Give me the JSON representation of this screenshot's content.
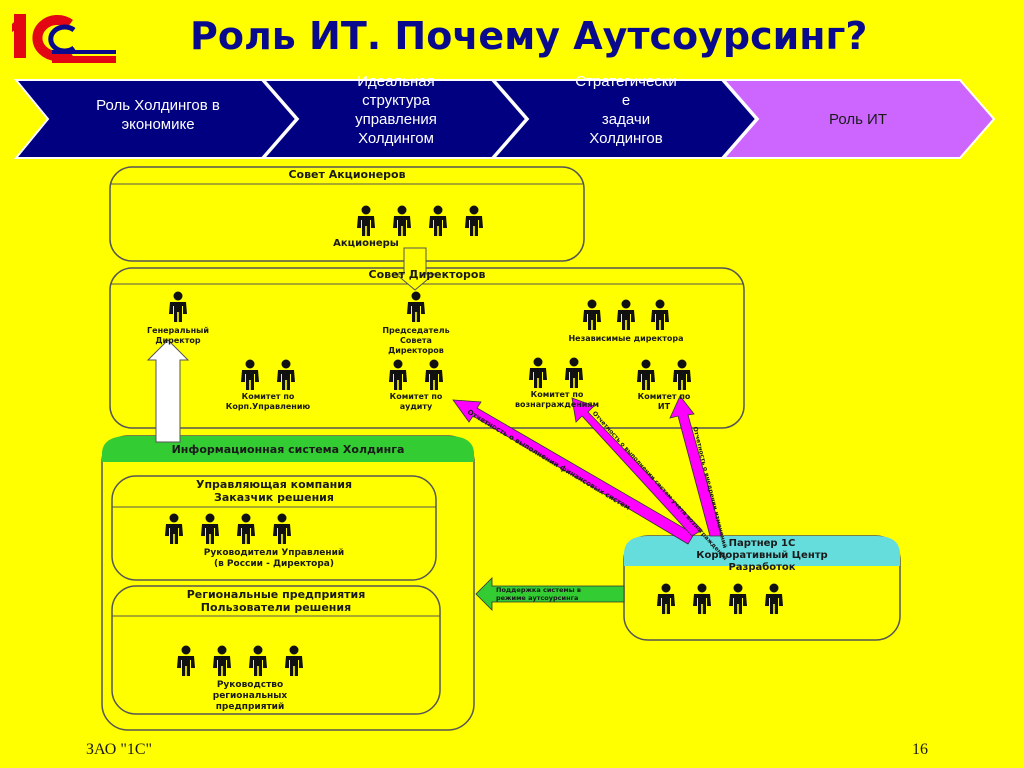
{
  "title": "Роль ИТ. Почему Аутсоурсинг?",
  "logo": {
    "text": "1С",
    "colors": {
      "red": "#e30613",
      "navy": "#0a0a8c"
    }
  },
  "chevrons": [
    {
      "lines": [
        "Роль Холдингов в",
        "экономике"
      ],
      "color": "#000080",
      "active": false
    },
    {
      "lines": [
        "Идеальная",
        "структура",
        "управления",
        "Холдингом"
      ],
      "color": "#000080",
      "active": false
    },
    {
      "lines": [
        "Стратегически",
        "е",
        "задачи",
        "Холдингов"
      ],
      "color": "#000080",
      "active": false
    },
    {
      "lines": [
        "Роль ИТ"
      ],
      "color": "#cc66ff",
      "active": true
    }
  ],
  "diagram": {
    "shareholders_council": {
      "title": "Совет Акционеров",
      "label": "Акционеры"
    },
    "board": {
      "title": "Совет Директоров",
      "general_director": [
        "Генеральный",
        "Директор"
      ],
      "chairman": [
        "Председатель",
        "Совета",
        "Директоров"
      ],
      "independent": "Независимые директора",
      "committees": [
        [
          "Комитет по",
          "Корп.Управлению"
        ],
        [
          "Комитет по",
          "аудиту"
        ],
        [
          "Комитет по",
          "вознаграждениям"
        ],
        [
          "Комитет по",
          "ИТ"
        ]
      ]
    },
    "info_system": {
      "title": "Информационная система Холдинга",
      "management": {
        "title": [
          "Управляющая компания",
          "Заказчик решения"
        ],
        "label": [
          "Руководители Управлений",
          "(в России - Директора)"
        ]
      },
      "regional": {
        "title": [
          "Региональные предприятия",
          "Пользователи решения"
        ],
        "label": [
          "Руководство",
          "региональных",
          "предприятий"
        ]
      }
    },
    "partner": {
      "title": [
        "Партнер 1С",
        "Корпоративный Центр",
        "Разработок"
      ]
    },
    "arrow_labels": {
      "report_finance": "Отчетность о выполнении финансовых систем",
      "report_systems": "Отчетность о выполнении систем учета вознаграждения",
      "report_it": "Отчетность о внедрении изменений",
      "support": [
        "Поддержка системы в",
        "режиме аутсоурсинга"
      ]
    },
    "colors": {
      "box_stroke": "#555555",
      "box_fill": "#ffff00",
      "green": "#33cc33",
      "cyan": "#66dddd",
      "magenta": "#ff00ff",
      "person": "#111111"
    }
  },
  "footer": {
    "company": "ЗАО \"1С\"",
    "page": "16"
  }
}
